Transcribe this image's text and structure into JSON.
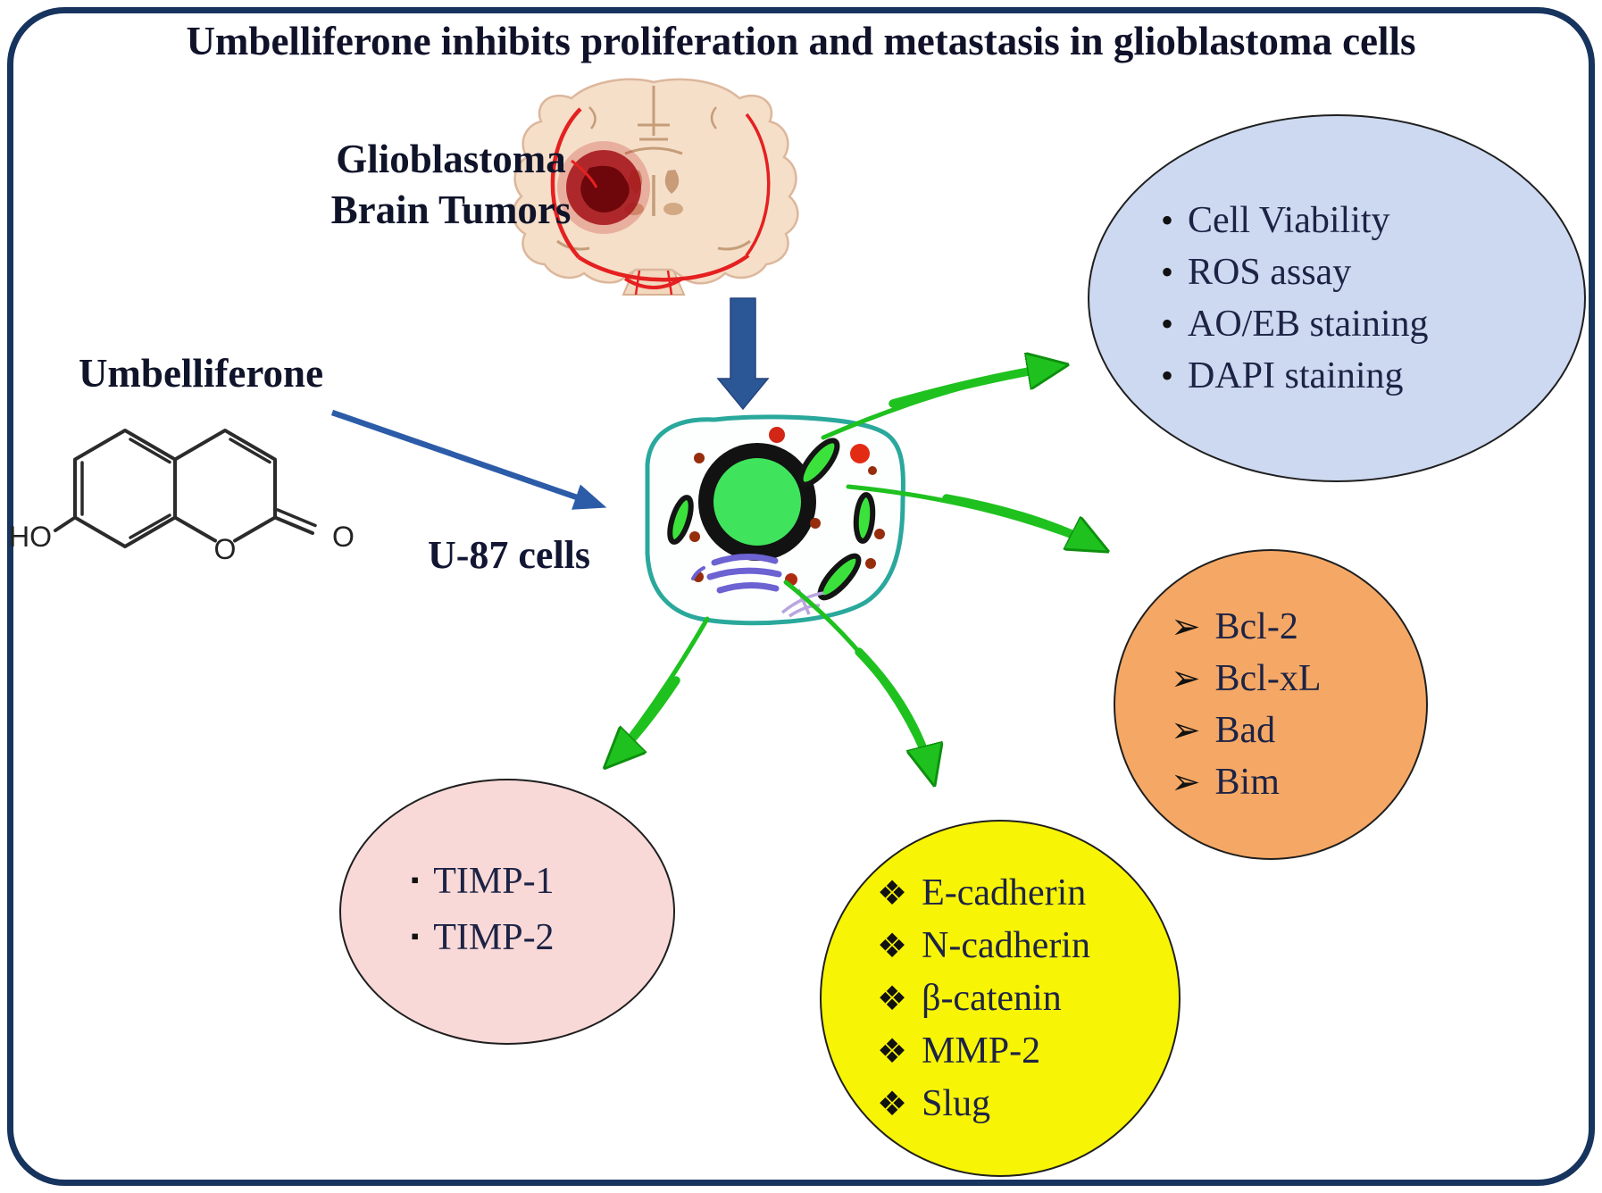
{
  "title": "Umbelliferone inhibits proliferation and metastasis in glioblastoma cells",
  "labels": {
    "glioblastoma_line1": "Glioblastoma",
    "glioblastoma_line2": "Brain Tumors",
    "umbelliferone": "Umbelliferone",
    "u87": "U-87 cells",
    "atom_ho": "HO",
    "atom_o_ring": "O",
    "atom_o_carbonyl": "O"
  },
  "groups": {
    "assays": {
      "bullet": "•",
      "items": [
        "Cell Viability",
        "ROS assay",
        "AO/EB staining",
        "DAPI staining"
      ]
    },
    "apoptosis": {
      "bullet": "➢",
      "items": [
        "Bcl-2",
        "Bcl-xL",
        "Bad",
        "Bim"
      ]
    },
    "timps": {
      "bullet": "▪",
      "items": [
        "TIMP-1",
        "TIMP-2"
      ]
    },
    "emt": {
      "bullet": "❖",
      "items": [
        "E-cadherin",
        "N-cadherin",
        "β-catenin",
        "MMP-2",
        "Slug"
      ]
    }
  },
  "icons": {
    "brain": "brain-illustration",
    "cell": "cell-illustration",
    "molecule": "umbelliferone-structure",
    "down_arrow": "blue-down-arrow",
    "green_arrow": "green-curved-arrow"
  },
  "colors": {
    "frame_border": "#16345e",
    "bubble_blue": "#ccd9f0",
    "bubble_orange": "#f5a865",
    "bubble_pink": "#f9d9d8",
    "bubble_yellow": "#f8f406",
    "green_arrow": "#1fc11f",
    "blue_arrow": "#2c5796",
    "tumor_red": "#6e070b",
    "text_dark": "#1d2345"
  }
}
